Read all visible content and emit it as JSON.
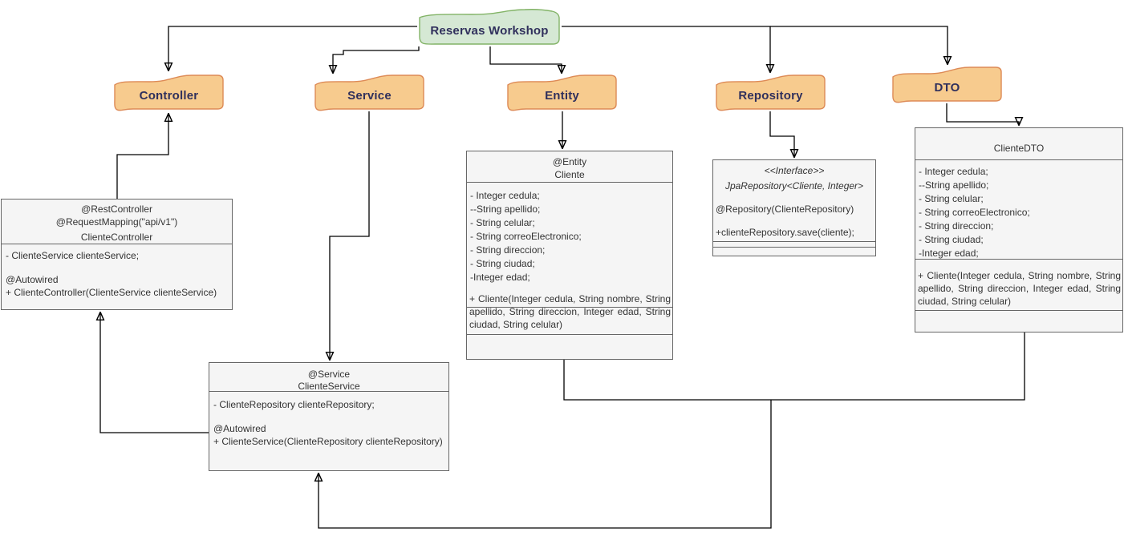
{
  "diagram": {
    "root": {
      "label": "Reservas Workshop"
    },
    "packages": [
      {
        "label": "Controller"
      },
      {
        "label": "Service"
      },
      {
        "label": "Entity"
      },
      {
        "label": "Repository"
      },
      {
        "label": "DTO"
      }
    ],
    "classes": {
      "cliente_controller": {
        "annotation1": "@RestController",
        "annotation2": "@RequestMapping(\"api/v1\")",
        "name": "ClienteController",
        "field": "- ClienteService clienteService;",
        "autowired": "@Autowired",
        "constructor": "+ ClienteController(ClienteService clienteService)"
      },
      "cliente_service": {
        "annotation": "@Service",
        "name": "ClienteService",
        "field": "- ClienteRepository clienteRepository;",
        "autowired": "@Autowired",
        "constructor": "+ ClienteService(ClienteRepository clienteRepository)"
      },
      "cliente_entity": {
        "annotation": "@Entity",
        "name": "Cliente",
        "attributes": [
          "- Integer cedula;",
          "--String apellido;",
          "- String celular;",
          "- String correoElectronico;",
          "- String direccion;",
          "- String ciudad;",
          "-Integer edad;"
        ],
        "constructor": "+ Cliente(Integer cedula, String nombre, String apellido, String direccion, Integer edad, String ciudad, String celular)"
      },
      "jpa_repository": {
        "stereotype": "<<Interface>>",
        "name": "JpaRepository<Cliente, Integer>",
        "line1": "@Repository(ClienteRepository)",
        "line2": "+clienteRepository.save(cliente);"
      },
      "cliente_dto": {
        "name": "ClienteDTO",
        "attributes": [
          "- Integer cedula;",
          "--String apellido;",
          "- String celular;",
          "- String correoElectronico;",
          "- String direccion;",
          "- String ciudad;",
          "-Integer edad;"
        ],
        "constructor": "+ Cliente(Integer cedula, String nombre, String apellido, String direccion, Integer edad, String ciudad, String celular)"
      }
    },
    "colors": {
      "package_fill": "#f7cb8e",
      "package_stroke": "#dd8a56",
      "root_fill": "#d5e8d4",
      "root_stroke": "#82b366",
      "box_fill": "#f5f5f5",
      "box_stroke": "#666666",
      "label_color": "#30305c",
      "connector": "#000000"
    }
  }
}
